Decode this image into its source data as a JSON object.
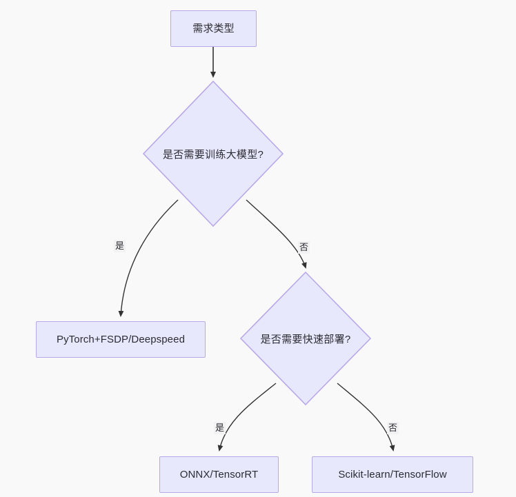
{
  "diagram": {
    "type": "flowchart",
    "direction": "top-down",
    "title_node": "需求类型",
    "background_color": "#f9f9f9",
    "node_fill": "#e8e8fc",
    "node_stroke": "#b9a8e8",
    "edge_color": "#333333",
    "nodes": [
      {
        "id": "start",
        "shape": "rect",
        "label": "需求类型"
      },
      {
        "id": "d1",
        "shape": "diamond",
        "label": "是否需要训练大模型?"
      },
      {
        "id": "train",
        "shape": "rect",
        "label": "PyTorch+FSDP/Deepspeed"
      },
      {
        "id": "d2",
        "shape": "diamond",
        "label": "是否需要快速部署?"
      },
      {
        "id": "deploy",
        "shape": "rect",
        "label": "ONNX/TensorRT"
      },
      {
        "id": "classic",
        "shape": "rect",
        "label": "Scikit-learn/TensorFlow"
      }
    ],
    "edges": [
      {
        "from": "start",
        "to": "d1",
        "label": ""
      },
      {
        "from": "d1",
        "to": "train",
        "label": "是"
      },
      {
        "from": "d1",
        "to": "d2",
        "label": "否"
      },
      {
        "from": "d2",
        "to": "deploy",
        "label": "是"
      },
      {
        "from": "d2",
        "to": "classic",
        "label": "否"
      }
    ]
  }
}
